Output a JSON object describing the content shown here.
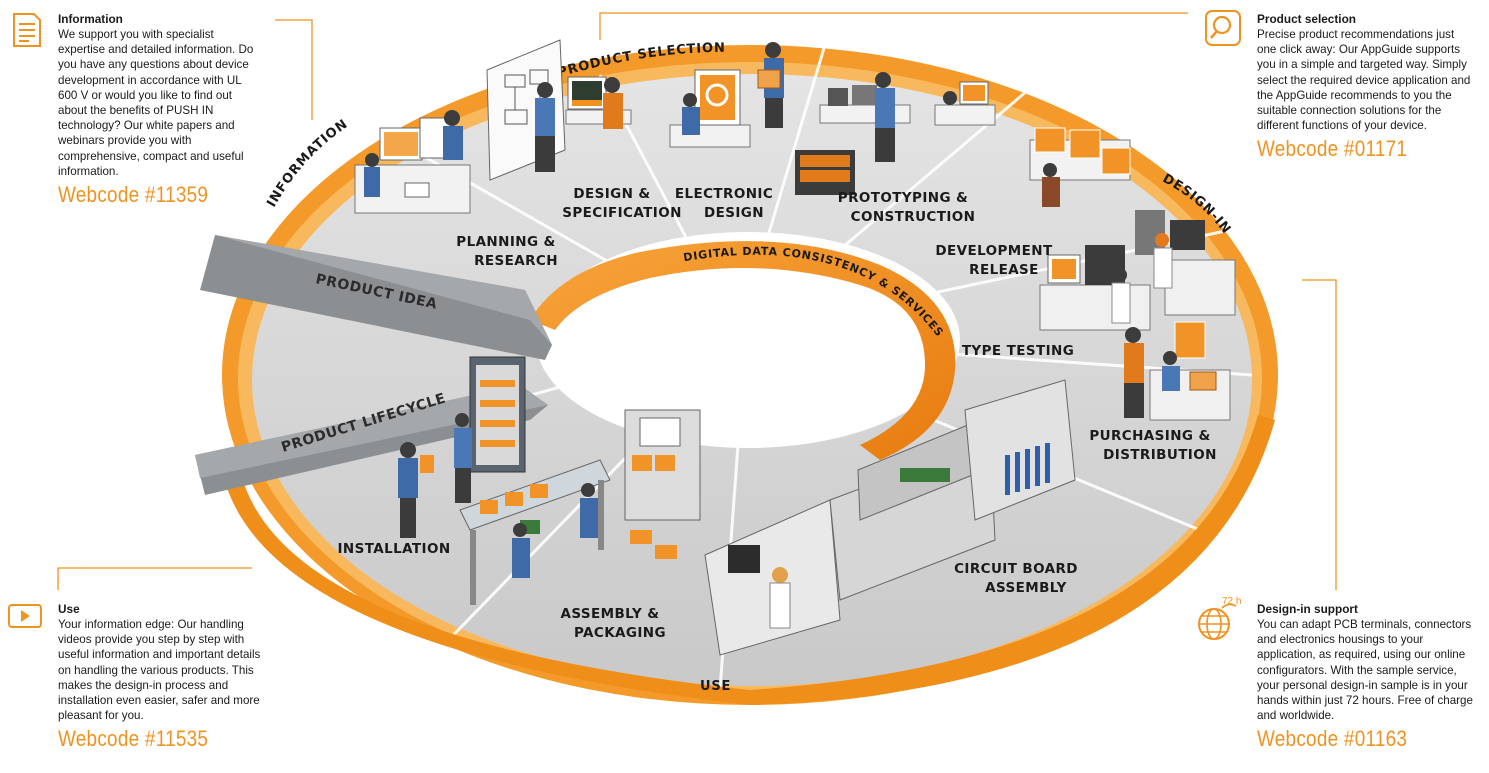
{
  "panels": {
    "information": {
      "title": "Information",
      "text": "We support you with specialist expertise and detailed information. Do you have any questions about device development in accordance with UL 600 V or would you like to find out about the benefits of PUSH IN technology? Our white papers and webinars provide you with comprehensive, compact and useful information.",
      "webcode": "Webcode #11359",
      "icon": "document-icon"
    },
    "product_selection": {
      "title": "Product selection",
      "text": "Precise product recommendations just one click away: Our AppGuide supports you in a simple and targeted way. Simply select the required device application and the AppGuide recommends to you the suitable connection solutions for the different functions of your device.",
      "webcode": "Webcode #01171",
      "icon": "magnifier-icon"
    },
    "use": {
      "title": "Use",
      "text": "Your information edge: Our handling videos provide you step by step with useful information and important details on handling the various products. This makes the design-in process and installation even easier, safer and more pleasant for you.",
      "webcode": "Webcode #11535",
      "icon": "play-icon"
    },
    "design_in_support": {
      "title": "Design-in support",
      "text": "You can adapt PCB terminals, connectors and electronics housings to your application, as required, using our online configurators. With the sample service, your personal design-in sample is in your hands within just 72 hours. Free of charge and worldwide.",
      "webcode": "Webcode #01163",
      "icon": "globe-72h-icon",
      "icon_badge": "72 h"
    }
  },
  "ring": {
    "outer_labels": {
      "information": "INFORMATION",
      "product_selection": "PRODUCT SELECTION",
      "design_in": "DESIGN-IN",
      "use": "USE"
    },
    "inner_label": "DIGITAL DATA CONSISTENCY & SERVICES",
    "arrows": {
      "product_idea": "PRODUCT IDEA",
      "product_lifecycle": "PRODUCT LIFECYCLE"
    },
    "stages": [
      "PLANNING &\nRESEARCH",
      "DESIGN &\nSPECIFICATION",
      "ELECTRONIC\nDESIGN",
      "PROTOTYPING &\nCONSTRUCTION",
      "DEVELOPMENT\nRELEASE",
      "TYPE TESTING",
      "PURCHASING &\nDISTRIBUTION",
      "CIRCUIT BOARD\nASSEMBLY",
      "ASSEMBLY &\nPACKAGING",
      "INSTALLATION"
    ]
  },
  "colors": {
    "accent": "#f0921f",
    "ring_gray": "#d8d8d8",
    "arrow_gray": "#8a8d90"
  }
}
